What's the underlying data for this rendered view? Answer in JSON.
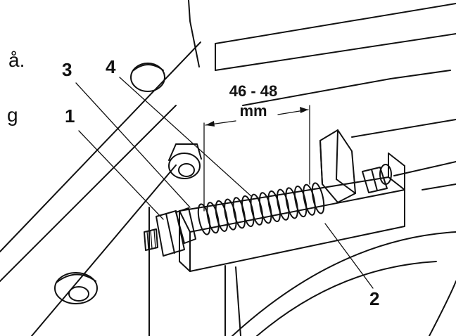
{
  "text_fragments": {
    "top": "å.",
    "bottom": "g"
  },
  "dimension": {
    "value": "46 - 48",
    "unit": "mm"
  },
  "callouts": [
    "1",
    "2",
    "3",
    "4"
  ],
  "colors": {
    "ink": "#111111",
    "paper": "#ffffff"
  }
}
